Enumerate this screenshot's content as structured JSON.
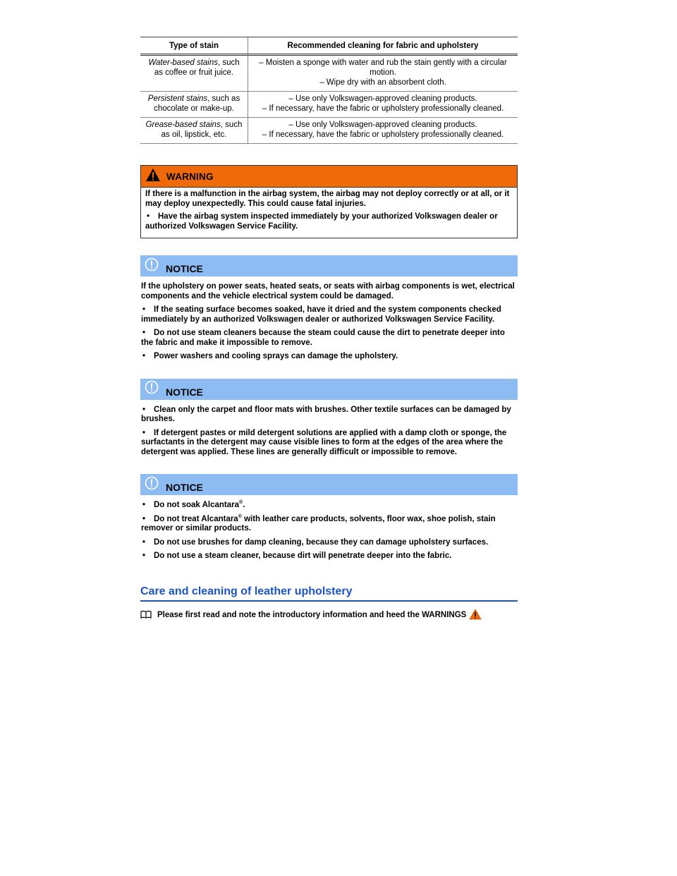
{
  "table": {
    "headers": [
      "Type of stain",
      "Recommended cleaning for fabric and upholstery"
    ],
    "rows": [
      {
        "type_italic": "Water-based stains",
        "type_rest": ", such as coffee or fruit juice.",
        "lines": [
          "– Moisten a sponge with water and rub the stain gently with a circular motion.",
          "– Wipe dry with an absorbent cloth."
        ]
      },
      {
        "type_italic": "Persistent stains",
        "type_rest": ", such as chocolate or make-up.",
        "lines": [
          "– Use only Volkswagen-approved cleaning products.",
          "– If necessary, have the fabric or upholstery professionally cleaned."
        ]
      },
      {
        "type_italic": "Grease-based stains",
        "type_rest": ", such as oil, lipstick, etc.",
        "lines": [
          "– Use only Volkswagen-approved cleaning products.",
          "– If necessary, have the fabric or upholstery professionally cleaned."
        ]
      }
    ]
  },
  "warning": {
    "label": "WARNING",
    "text": "If there is a malfunction in the airbag system, the airbag may not deploy correctly or at all, or it may deploy unexpectedly. This could cause fatal injuries.",
    "bullet": "Have the airbag system inspected immediately by your authorized Volkswagen dealer or authorized Volkswagen Service Facility."
  },
  "notice1": {
    "label": "NOTICE",
    "text": "If the upholstery on power seats, heated seats, or seats with airbag components is wet, electrical components and the vehicle electrical system could be damaged.",
    "bullets": [
      "If the seating surface becomes soaked, have it dried and the system components checked immediately by an authorized Volkswagen dealer or authorized Volkswagen Service Facility.",
      "Do not use steam cleaners because the steam could cause the dirt to penetrate deeper into the fabric and make it impossible to remove.",
      "Power washers and cooling sprays can damage the upholstery."
    ]
  },
  "notice2": {
    "label": "NOTICE",
    "bullets": [
      "Clean only the carpet and floor mats with brushes. Other textile surfaces can be damaged by brushes.",
      "If detergent pastes or mild detergent solutions are applied with a damp cloth or sponge, the surfactants in the detergent may cause visible lines to form at the edges of the area where the detergent was applied. These lines are generally difficult or impossible to remove."
    ]
  },
  "notice3": {
    "label": "NOTICE",
    "b1_pre": "Do not soak Alcantara",
    "b1_post": ".",
    "b2_pre": "Do not treat Alcantara",
    "b2_post": " with leather care products, solvents, floor wax, shoe polish, stain remover or similar products.",
    "reg": "®",
    "bullets": [
      "Do not use brushes for damp cleaning, because they can damage upholstery surfaces.",
      "Do not use a steam cleaner, because dirt will penetrate deeper into the fabric."
    ]
  },
  "section": {
    "title": "Care and cleaning of leather upholstery",
    "intro": "Please first read and note the introductory information and heed the WARNINGS"
  },
  "colors": {
    "warning_bar": "#f06a0a",
    "notice_bar": "#8dbcf2",
    "heading": "#1a55c8"
  }
}
